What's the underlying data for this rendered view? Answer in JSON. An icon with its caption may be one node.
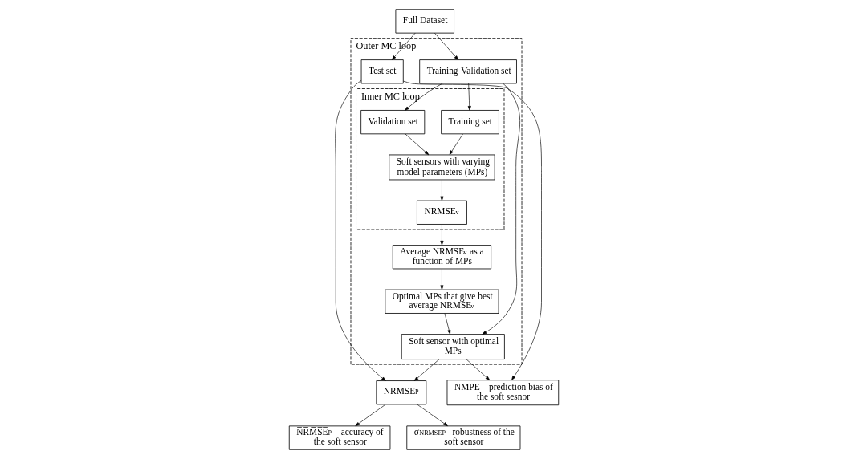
{
  "diagram": {
    "nodes": [
      {
        "text": [
          "Full Dataset"
        ]
      },
      {
        "text": [
          "Outer MC loop"
        ]
      },
      {
        "text": [
          "Training-Validation set"
        ],
        "in": 1
      },
      {
        "text": [
          "Test set"
        ],
        "in": 1
      },
      {
        "text": [
          "Inner MC loop"
        ],
        "in": 1
      },
      {
        "text": [
          "Training set"
        ],
        "in": 4
      },
      {
        "text": [
          "Validation set"
        ],
        "in": 4
      },
      {
        "text": [
          "Soft sensors with varying model parameters (MPs)"
        ],
        "in": 4
      },
      {
        "text": [
          "NRMSE$_{v}$"
        ],
        "in": 4
      },
      {
        "text": [
          "Average NRMSE$_{v}$ as a function of MPs"
        ],
        "in": 1
      },
      {
        "text": [
          "Optimal MPs that give best average NRMSE$_{v}$"
        ],
        "in": 1
      },
      {
        "text": [
          "Soft sensor with optimal MPs"
        ],
        "in": 1
      },
      {
        "text": [
          "NRMSE$_{P}$"
        ]
      },
      {
        "text": [
          "N̅R̅M̅S̅E̅$_{P}$ – accuracy of the soft sensor"
        ]
      },
      {
        "text": [
          "σ$_{NRMSEP}$– robustness of the soft sensor"
        ]
      },
      {
        "text": [
          "NMPE – prediction bias of the soft sesnor"
        ]
      }
    ],
    "edges": [
      {
        "from": 0,
        "to": 2,
        "arrow": "to"
      },
      {
        "from": 0,
        "to": 3,
        "arrow": "to"
      },
      {
        "from": 2,
        "to": 5,
        "arrow": "to"
      },
      {
        "from": 2,
        "to": 6,
        "arrow": "to"
      },
      {
        "from": 5,
        "to": 7,
        "arrow": "to"
      },
      {
        "from": 6,
        "to": 7,
        "arrow": "to"
      },
      {
        "from": 7,
        "to": 8,
        "arrow": "to"
      },
      {
        "from": 8,
        "to": 9,
        "arrow": "to"
      },
      {
        "from": 9,
        "to": 10,
        "arrow": "to"
      },
      {
        "from": 2,
        "to": 11,
        "arrow": "to"
      },
      {
        "from": 10,
        "to": 11,
        "arrow": "to"
      },
      {
        "from": 3,
        "to": 12,
        "arrow": "to"
      },
      {
        "from": 3,
        "to": 15,
        "arrow": "to"
      },
      {
        "from": 11,
        "to": 12,
        "arrow": "to"
      },
      {
        "from": 11,
        "to": 15,
        "arrow": "to"
      },
      {
        "from": 12,
        "to": 13,
        "arrow": "to"
      },
      {
        "from": 12,
        "to": 14,
        "arrow": "to"
      }
    ]
  }
}
